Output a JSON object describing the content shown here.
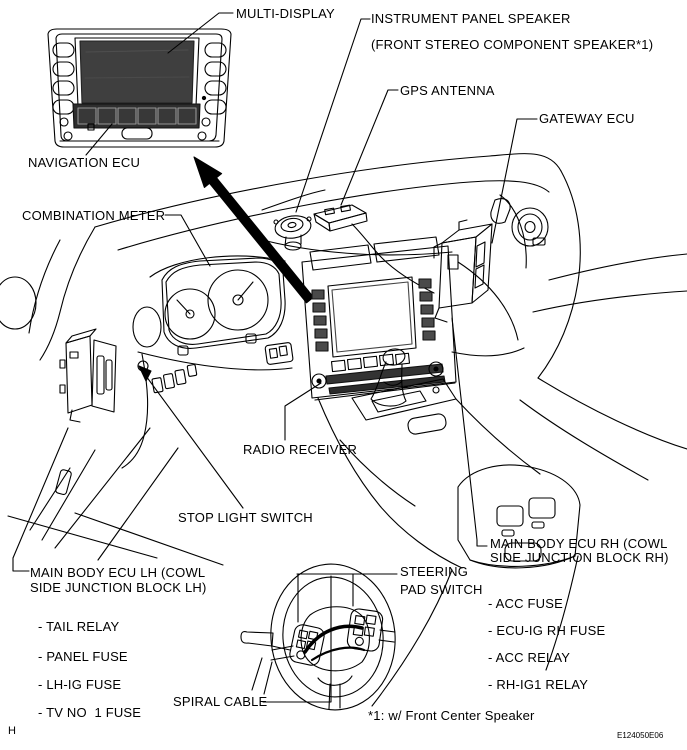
{
  "figure": {
    "footnote": "*1: w/ Front Center Speaker",
    "figure_code": "E124050E06",
    "page_letter": "H"
  },
  "labels": {
    "multi_display": "MULTI-DISPLAY",
    "instrument_panel_speaker": "INSTRUMENT PANEL SPEAKER",
    "instrument_panel_speaker_note": "(FRONT STEREO COMPONENT SPEAKER*1)",
    "gps_antenna": "GPS ANTENNA",
    "gateway_ecu": "GATEWAY ECU",
    "navigation_ecu": "NAVIGATION ECU",
    "combination_meter": "COMBINATION METER",
    "radio_receiver": "RADIO RECEIVER",
    "stop_light_switch": "STOP LIGHT SWITCH",
    "steering_pad_switch_line1": "STEERING",
    "steering_pad_switch_line2": "PAD SWITCH",
    "spiral_cable": "SPIRAL CABLE"
  },
  "lh_ecu": {
    "line1": "MAIN BODY ECU LH (COWL",
    "line2": "SIDE JUNCTION BLOCK LH)",
    "items": [
      "- TAIL RELAY",
      "- PANEL FUSE",
      "- LH-IG FUSE",
      "- TV NO  1 FUSE"
    ]
  },
  "rh_ecu": {
    "line1": "MAIN BODY ECU RH (COWL",
    "line2": "SIDE JUNCTION BLOCK RH)",
    "items": [
      "- ACC FUSE",
      "- ECU-IG RH FUSE",
      "- ACC RELAY",
      "- RH-IG1 RELAY"
    ]
  },
  "colors": {
    "ink": "#000000",
    "screen_fill": "#3f3f3f",
    "panel_fill": "#2e2e2e",
    "paper": "#ffffff"
  }
}
